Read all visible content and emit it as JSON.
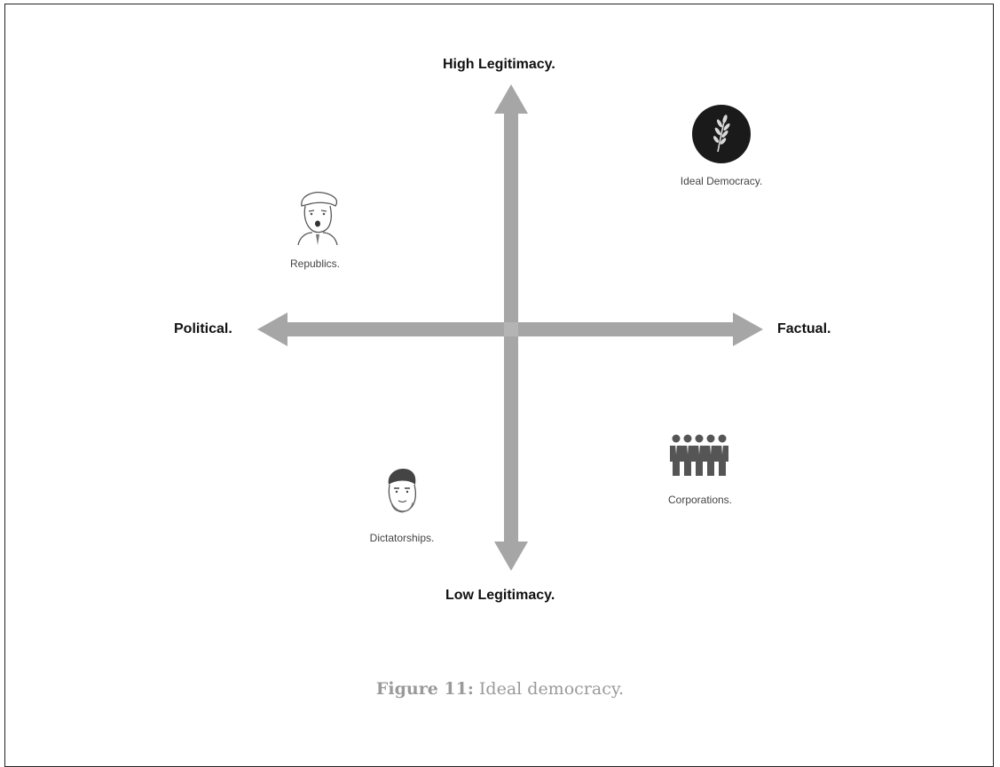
{
  "axes": {
    "top_label": "High Legitimacy.",
    "bottom_label": "Low Legitimacy.",
    "left_label": "Political.",
    "right_label": "Factual."
  },
  "quadrants": {
    "top_right": {
      "label": "Ideal Democracy.",
      "icon": "wheat-sprig-icon"
    },
    "top_left": {
      "label": "Republics.",
      "icon": "politician-face-icon"
    },
    "bottom_left": {
      "label": "Dictatorships.",
      "icon": "dictator-face-icon"
    },
    "bottom_right": {
      "label": "Corporations.",
      "icon": "business-people-icon"
    }
  },
  "caption": {
    "figure_number": "Figure 11:",
    "text": "Ideal democracy."
  },
  "colors": {
    "arrow": "#a6a6a6",
    "dark_icon": "#1a1a1a",
    "caption": "#9a9a9a"
  }
}
